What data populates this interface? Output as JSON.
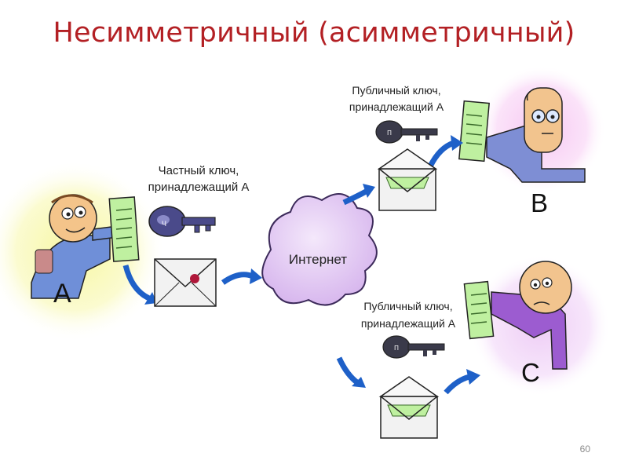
{
  "title": "Несимметричный (асимметричный)",
  "private_key_label": {
    "line1": "Частный ключ,",
    "line2": "принадлежащий А"
  },
  "public_key_label_b": {
    "line1": "Публичный ключ,",
    "line2": "принадлежащий А"
  },
  "public_key_label_c": {
    "line1": "Публичный ключ,",
    "line2": "принадлежащий А"
  },
  "internet_label": "Интернет",
  "person_a_letter": "A",
  "person_b_letter": "B",
  "person_c_letter": "C",
  "key_mark": "Ч",
  "public_key_mark": "П",
  "page_number": "60"
}
